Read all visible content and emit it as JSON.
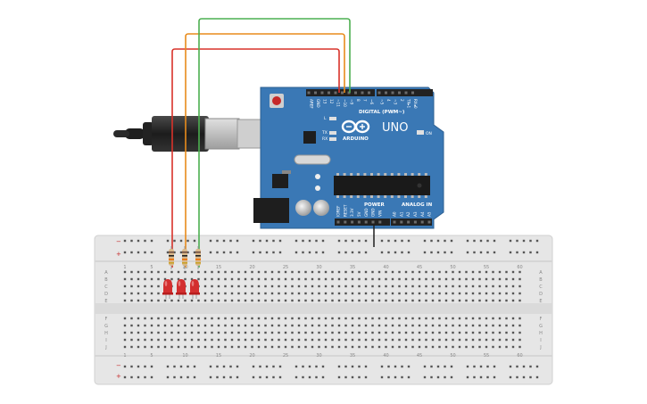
{
  "arduino": {
    "brand": "ARDUINO",
    "model": "UNO",
    "on_label": "ON",
    "tx_label": "TX",
    "rx_label": "RX",
    "l_label": "L",
    "digital_label": "DIGITAL (PWM~)",
    "power_label": "POWER",
    "analog_label": "ANALOG IN",
    "top_pin_labels": [
      "AREF",
      "GND",
      "13",
      "12",
      "~11",
      "~10",
      "~9",
      "8",
      "7",
      "~6",
      "~5",
      "4",
      "~3",
      "2",
      "TX▸1",
      "RX◂0"
    ],
    "power_pin_labels": [
      "IOREF",
      "RESET",
      "3.3V",
      "5V",
      "GND",
      "GND",
      "VIN"
    ],
    "analog_pin_labels": [
      "A0",
      "A1",
      "A2",
      "A3",
      "A4",
      "A5"
    ]
  },
  "breadboard": {
    "column_numbers": [
      "1",
      "5",
      "10",
      "15",
      "20",
      "25",
      "30",
      "35",
      "40",
      "45",
      "50",
      "55",
      "60"
    ],
    "rows_top": [
      "A",
      "B",
      "C",
      "D",
      "E"
    ],
    "rows_bottom": [
      "F",
      "G",
      "H",
      "I",
      "J"
    ],
    "rail_minus": "−",
    "rail_plus": "+"
  },
  "components": {
    "led_count": 3,
    "resistor_count": 3
  },
  "colors": {
    "board_blue": "#3a78b5",
    "wire_red": "#d8322a",
    "wire_orange": "#e88b1c",
    "wire_green": "#4caf50",
    "led_red": "#d32f2f",
    "breadboard": "#e6e6e6"
  }
}
